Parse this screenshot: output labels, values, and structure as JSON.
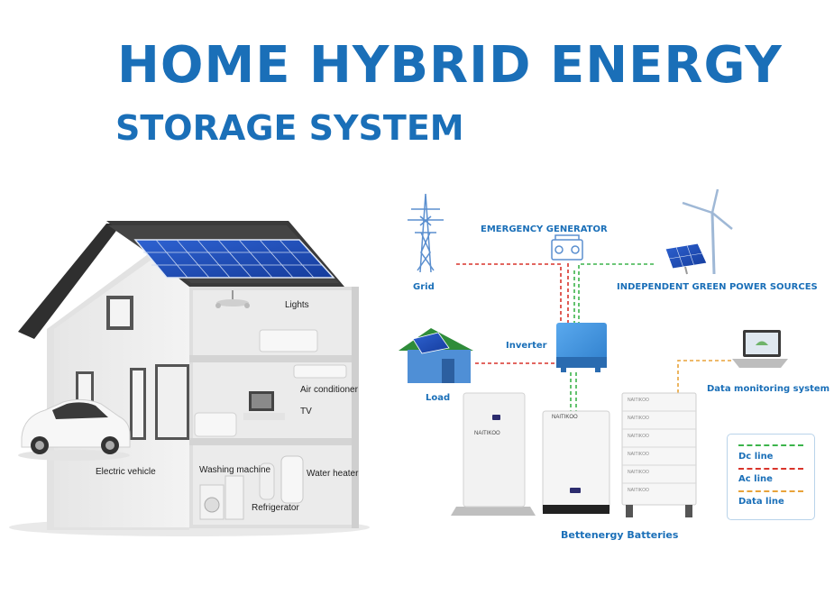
{
  "title": {
    "line1": "HOME HYBRID ENERGY",
    "line2": "STORAGE SYSTEM"
  },
  "house_labels": {
    "lights": "Lights",
    "air_conditioner": "Air conditioner",
    "tv": "TV",
    "electric_vehicle": "Electric vehicle",
    "washing_machine": "Washing machine",
    "water_heater": "Water heater",
    "refrigerator": "Refrigerator"
  },
  "system_labels": {
    "grid": "Grid",
    "emergency_generator": "EMERGENCY GENERATOR",
    "green_sources": "INDEPENDENT GREEN POWER SOURCES",
    "inverter": "Inverter",
    "load": "Load",
    "data_monitoring": "Data monitoring system",
    "batteries": "Bettenergy Batteries"
  },
  "battery_brand": "NAITIKOO",
  "legend": {
    "dc": {
      "label": "Dc line",
      "color": "#3cb44b"
    },
    "ac": {
      "label": "Ac line",
      "color": "#d9342b"
    },
    "data": {
      "label": "Data line",
      "color": "#e8a33a"
    }
  },
  "colors": {
    "title": "#1a6fb8",
    "inverter": "#3d8fd6",
    "solar_panel": "#1e4fb5"
  }
}
